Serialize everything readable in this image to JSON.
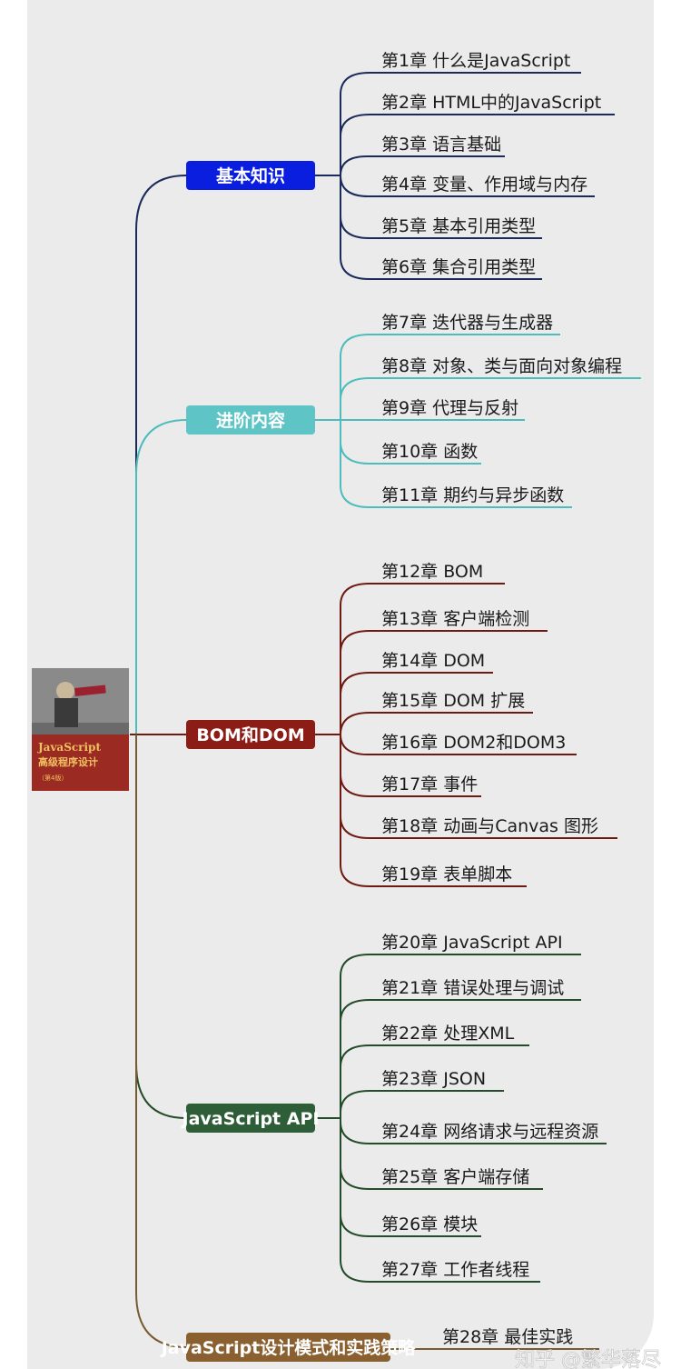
{
  "book_cover": {
    "title_en": "JavaScript",
    "title_cn": "高级程序设计",
    "edition": "（第4版）",
    "top_color": "#6a6a6a",
    "bottom_color": "#9b2a22",
    "title_color": "#f0c060"
  },
  "categories": [
    {
      "label": "基本知识",
      "box_color": "#0a1ee0",
      "line_color": "#1a2a5a",
      "chapters": [
        "第1章 什么是JavaScript",
        "第2章 HTML中的JavaScript",
        "第3章 语言基础",
        "第4章 变量、作用域与内存",
        "第5章 基本引用类型",
        "第6章 集合引用类型"
      ]
    },
    {
      "label": "进阶内容",
      "box_color": "#5ec4c6",
      "line_color": "#4dbcbc",
      "chapters": [
        "第7章 迭代器与生成器",
        "第8章 对象、类与面向对象编程",
        "第9章 代理与反射",
        "第10章 函数",
        "第11章 期约与异步函数"
      ]
    },
    {
      "label": "BOM和DOM",
      "box_color": "#8c1c16",
      "line_color": "#6e1a12",
      "chapters": [
        "第12章 BOM",
        "第13章 客户端检测",
        "第14章 DOM",
        "第15章 DOM 扩展",
        "第16章 DOM2和DOM3",
        "第17章 事件",
        "第18章 动画与Canvas 图形",
        "第19章 表单脚本"
      ]
    },
    {
      "label": "JavaScript API",
      "box_color": "#2e5e38",
      "line_color": "#234d2a",
      "chapters": [
        "第20章 JavaScript API",
        "第21章 错误处理与调试",
        "第22章 处理XML",
        "第23章 JSON",
        "第24章 网络请求与远程资源",
        "第25章 客户端存储",
        "第26章 模块",
        "第27章 工作者线程"
      ]
    },
    {
      "label": "JavaScript设计模式和实践策略",
      "box_color": "#8a6030",
      "line_color": "#7a5a30",
      "chapters": [
        "第28章 最佳实践"
      ]
    }
  ],
  "watermark": "知乎 @繁华落尽"
}
